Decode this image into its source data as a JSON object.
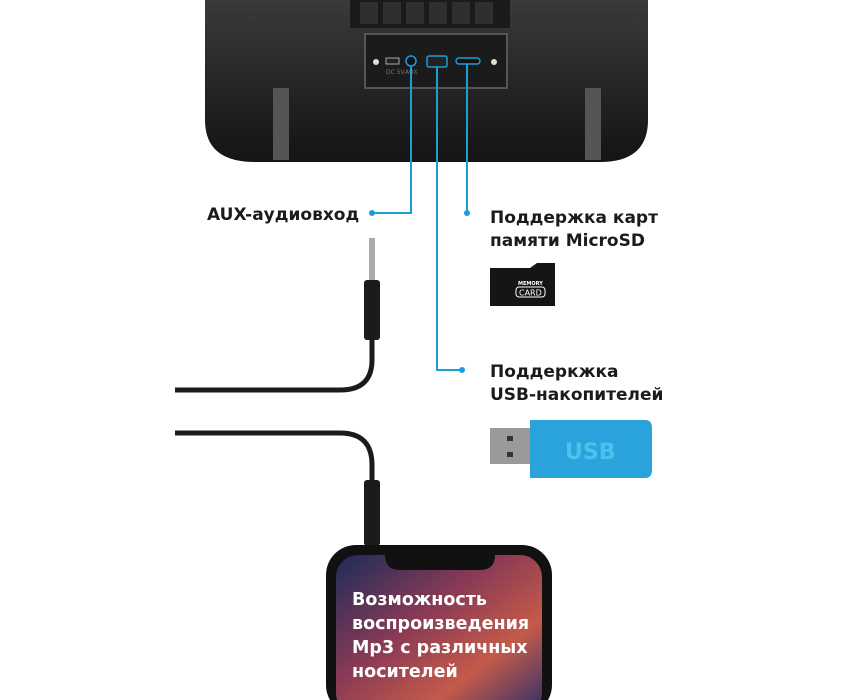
{
  "labels": {
    "aux": "AUX-аудиовход",
    "microsd_line1": "Поддержка карт",
    "microsd_line2": "памяти MicroSD",
    "usb_line1": "Поддеркжка",
    "usb_line2": "USB-накопителей"
  },
  "phone_text": {
    "line1": "Возможность",
    "line2": "воспроизведения",
    "line3": "Mp3 с различных",
    "line4": "носителей"
  },
  "card": {
    "top": "MEMORY",
    "bottom": "CARD"
  },
  "usb_stick": {
    "text": "USB"
  },
  "ports": {
    "dc": "DC 5V",
    "aux": "AUX"
  },
  "colors": {
    "accent": "#1a9fd6",
    "usb_body": "#2aa3dc",
    "speaker": "#262626"
  }
}
